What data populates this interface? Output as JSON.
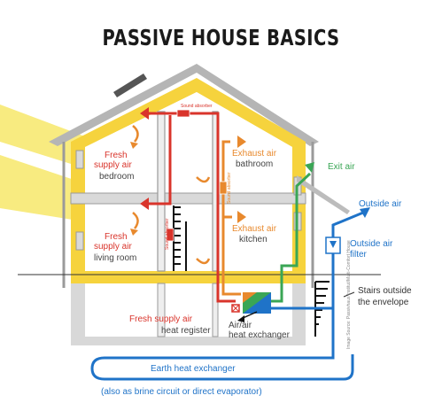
{
  "title": "PASSIVE HOUSE BASICS",
  "labels": {
    "fresh_supply_air_1": "Fresh",
    "fresh_supply_air_2": "supply air",
    "bedroom": "bedroom",
    "fresh_2_line1": "Fresh",
    "fresh_2_line2": "supply air",
    "living_room": "living room",
    "exhaust_air_1": "Exhaust air",
    "bathroom": "bathroom",
    "exhaust_air_2": "Exhaust air",
    "kitchen": "kitchen",
    "exit_air": "Exit air",
    "outside_air": "Outside air",
    "outside_air_filter_1": "Outside air",
    "outside_air_filter_2": "filter",
    "stairs_1": "Stairs outside",
    "stairs_2": "the envelope",
    "fresh_supply_air_ground": "Fresh supply air",
    "heat_register": "heat register",
    "air_air_1": "Air/air",
    "air_air_2": "heat exchanger",
    "earth_heat_exchanger": "Earth heat exchanger",
    "brine_note": "(also as brine circuit or direct evaporator)",
    "sound_absorber_1": "Sound absorber",
    "sound_absorber_2": "Sound absorber",
    "sound_absorber_3": "Sound absorber",
    "image_source": "Image Source: Passivhaus Institut/Multi-Comfort House"
  },
  "colors": {
    "insulation": "#f6d33d",
    "supply": "#d9342b",
    "exhaust": "#e8892d",
    "exit": "#3aa655",
    "outside": "#1f73c8",
    "structure": "#9a9a9a",
    "sun": "#f7e86a"
  }
}
